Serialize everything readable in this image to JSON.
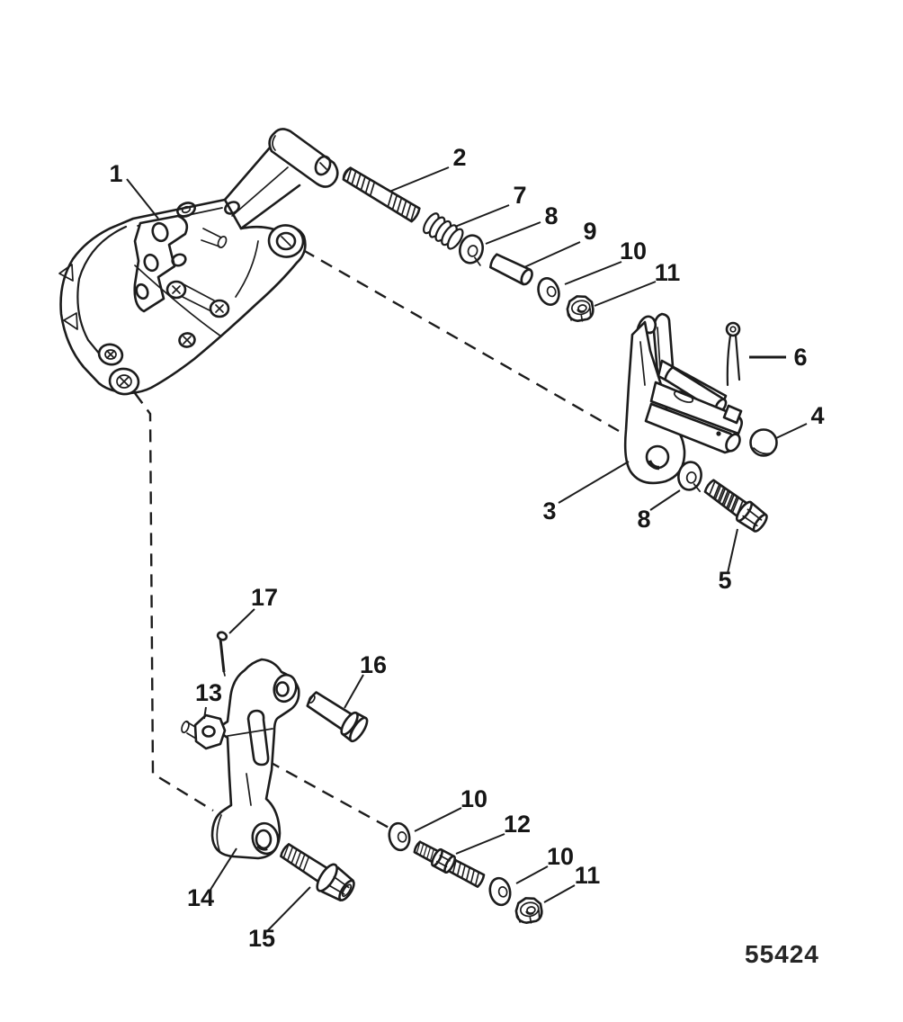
{
  "figure": {
    "background": "#ffffff",
    "ink": "#1c1c1c",
    "drawing_number": "55424",
    "callouts": [
      {
        "label": "1"
      },
      {
        "label": "2"
      },
      {
        "label": "7"
      },
      {
        "label": "8"
      },
      {
        "label": "9"
      },
      {
        "label": "10"
      },
      {
        "label": "11"
      },
      {
        "label": "6"
      },
      {
        "label": "4"
      },
      {
        "label": "3"
      },
      {
        "label": "8"
      },
      {
        "label": "5"
      },
      {
        "label": "17"
      },
      {
        "label": "13"
      },
      {
        "label": "16"
      },
      {
        "label": "14"
      },
      {
        "label": "15"
      },
      {
        "label": "10"
      },
      {
        "label": "12"
      },
      {
        "label": "10"
      },
      {
        "label": "11"
      }
    ]
  }
}
